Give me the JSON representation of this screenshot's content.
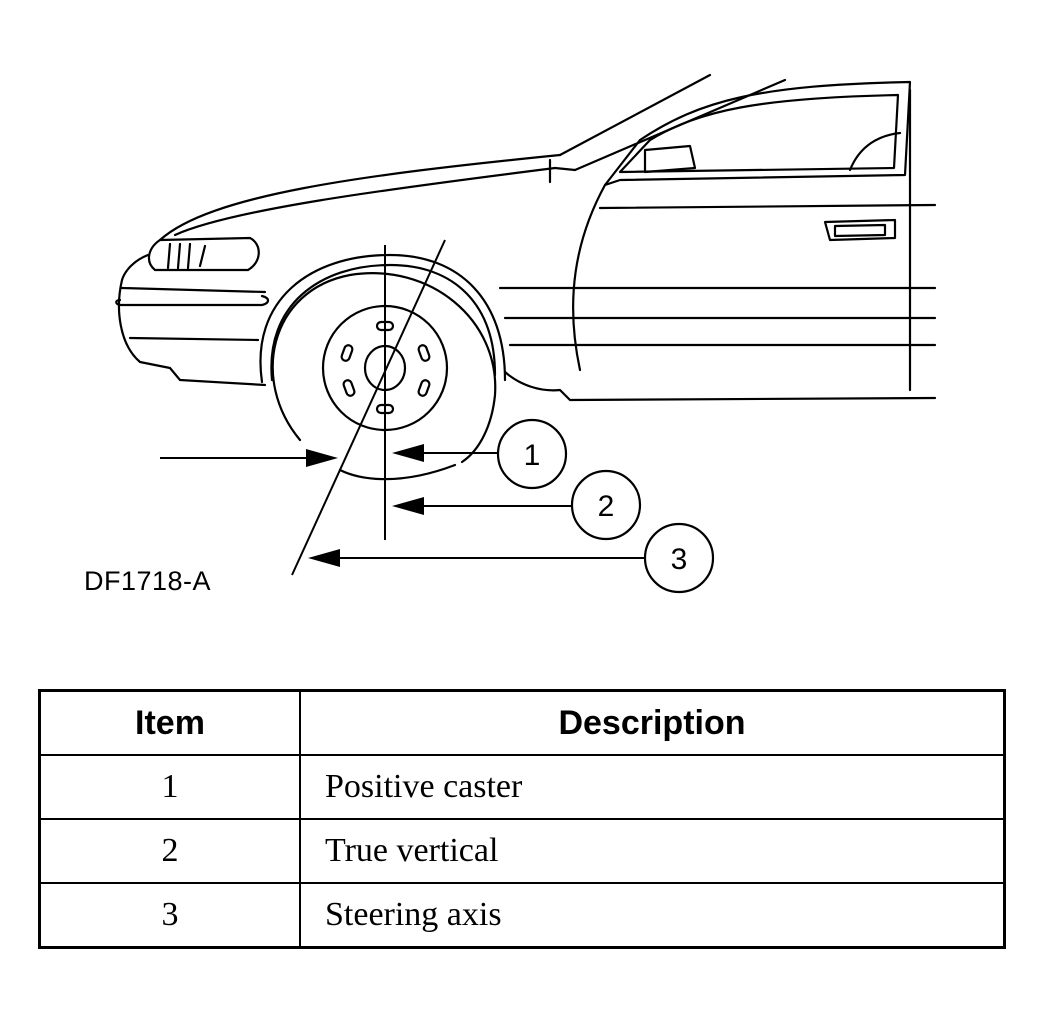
{
  "figure": {
    "id": "DF1718-A",
    "callouts": [
      "1",
      "2",
      "3"
    ]
  },
  "legend": {
    "headers": {
      "item": "Item",
      "description": "Description"
    },
    "rows": [
      {
        "item": "1",
        "description": "Positive caster"
      },
      {
        "item": "2",
        "description": "True vertical"
      },
      {
        "item": "3",
        "description": "Steering axis"
      }
    ]
  },
  "colors": {
    "line": "#000000",
    "background": "#ffffff"
  }
}
